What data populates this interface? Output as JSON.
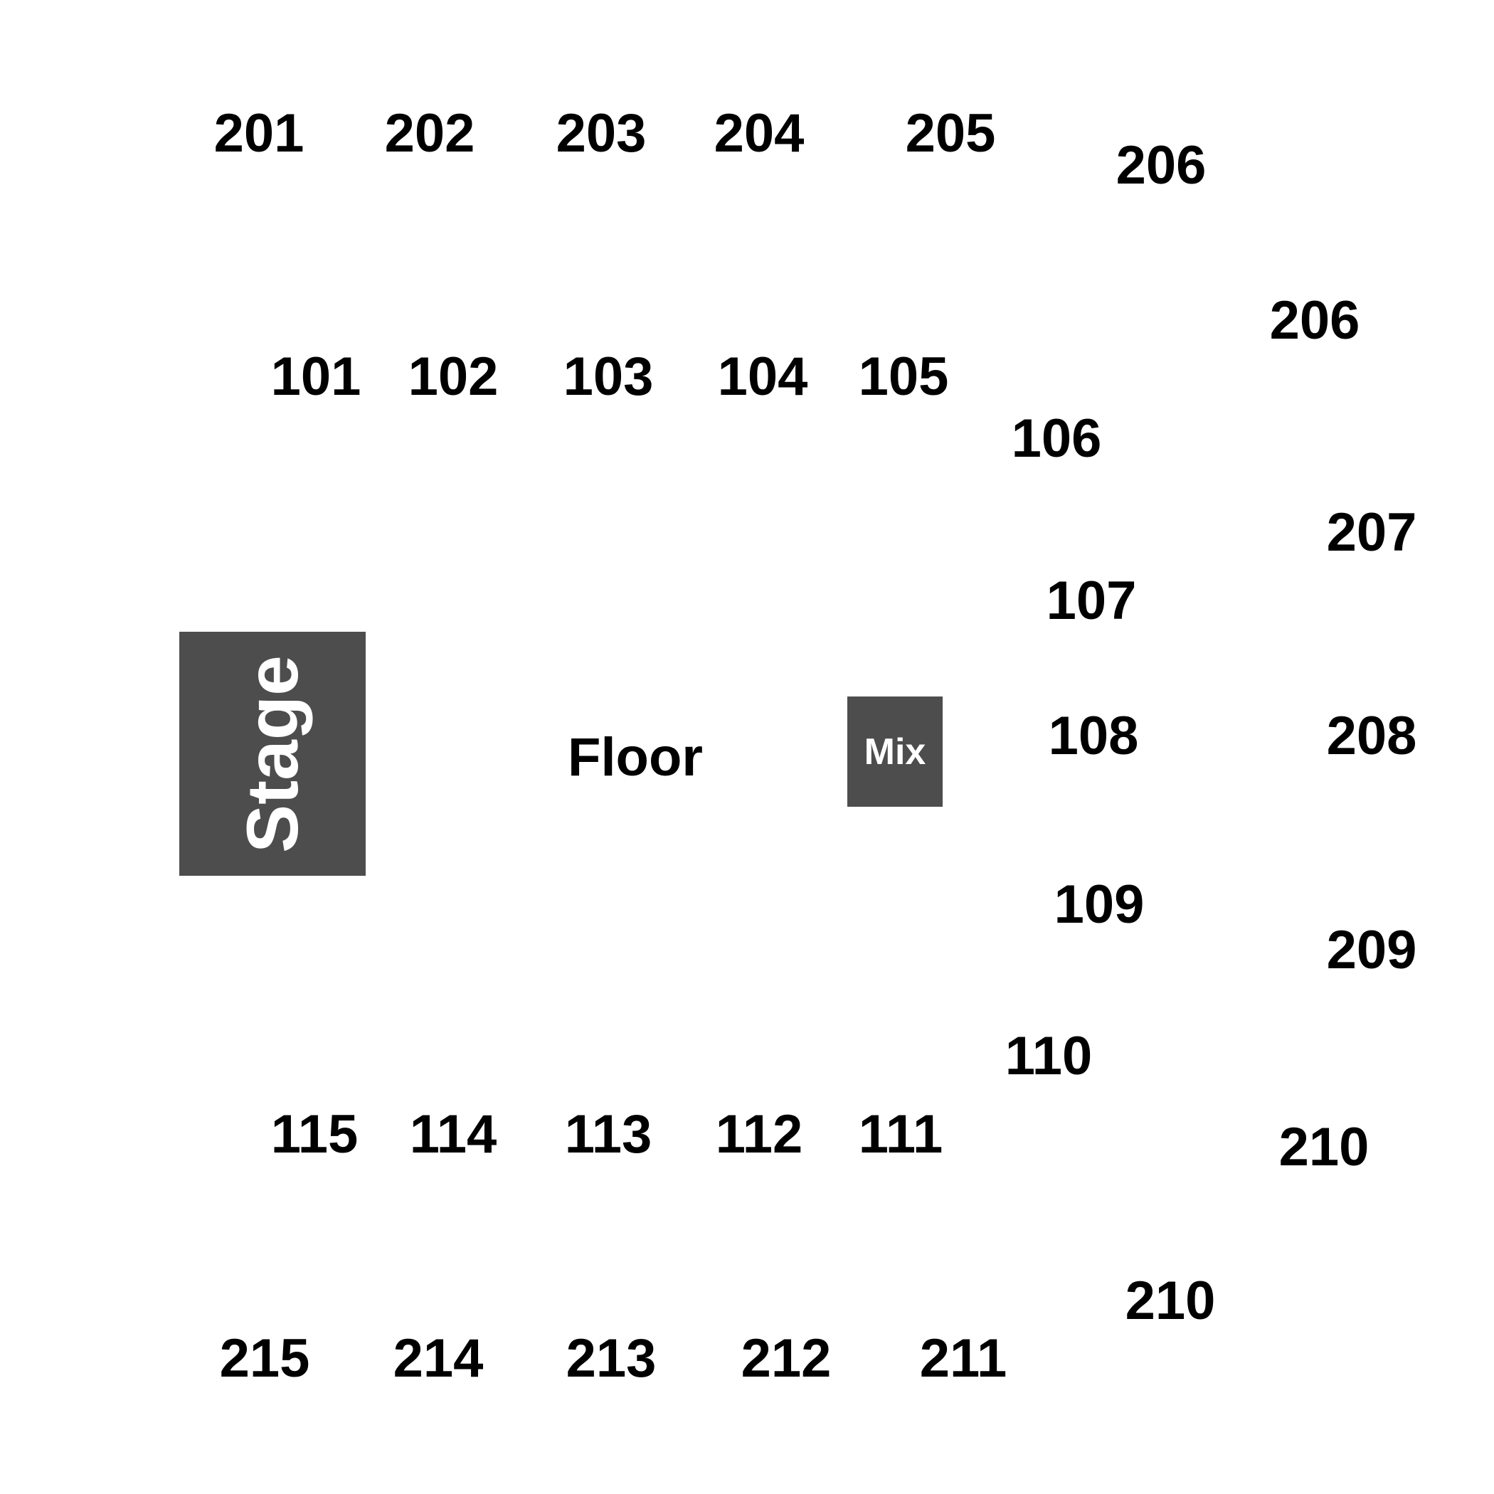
{
  "colors": {
    "background": "#ffffff",
    "section_text": "#000000",
    "block_fill": "#4d4d4d",
    "block_text": "#ffffff"
  },
  "stage": {
    "label": "Stage"
  },
  "floor": {
    "label": "Floor"
  },
  "mix": {
    "label": "Mix"
  },
  "sections": {
    "upper_top": [
      "201",
      "202",
      "203",
      "204",
      "205",
      "206"
    ],
    "upper_right": [
      "206",
      "207",
      "208",
      "209",
      "210",
      "210"
    ],
    "upper_bottom": [
      "215",
      "214",
      "213",
      "212",
      "211"
    ],
    "lower_top": [
      "101",
      "102",
      "103",
      "104",
      "105"
    ],
    "lower_right": [
      "106",
      "107",
      "108",
      "109",
      "110"
    ],
    "lower_bottom": [
      "115",
      "114",
      "113",
      "112",
      "111"
    ]
  }
}
